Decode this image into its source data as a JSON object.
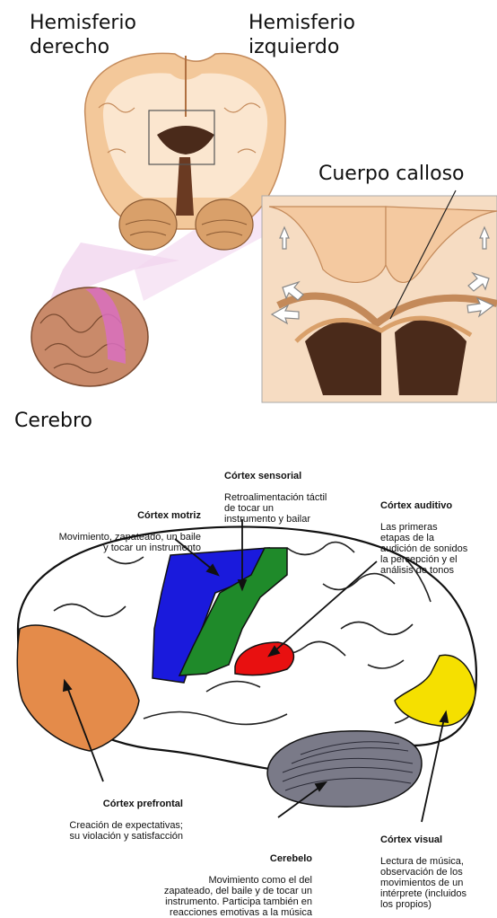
{
  "top_panel": {
    "hemisferio_derecho": "Hemisferio\nderecho",
    "hemisferio_izquierdo": "Hemisferio\nizquierdo",
    "cuerpo_calloso": "Cuerpo calloso",
    "cerebro": "Cerebro"
  },
  "bottom_panel": {
    "cortex_sensorial": {
      "title": "Córtex sensorial",
      "text": "Retroalimentación táctil\nde tocar un\ninstrumento y bailar"
    },
    "cortex_motriz": {
      "title": "Córtex motriz",
      "text": "Movimiento, zapateado, un baile\ny tocar un instrumento"
    },
    "cortex_auditivo": {
      "title": "Córtex auditivo",
      "text": "Las primeras\netapas de la\naudición de sonidos\nla percepción y el\nanálisis de tonos"
    },
    "cortex_prefrontal": {
      "title": "Córtex prefrontal",
      "text": "Creación de expectativas;\nsu violación y satisfacción"
    },
    "cerebelo": {
      "title": "Cerebelo",
      "text": "Movimiento como el del\nzapateado, del baile y de tocar un\ninstrumento. Participa también en\nreacciones emotivas a la música"
    },
    "cortex_visual": {
      "title": "Córtex visual",
      "text": "Lectura de música,\nobservación de los\nmovimientos de un\nintérprete (incluidos\nlos propios)"
    }
  },
  "colors": {
    "motor": "#1a1adc",
    "sensory": "#1f8a2a",
    "auditory": "#e81010",
    "prefrontal": "#e48b4a",
    "visual": "#f5e000",
    "cerebellum": "#7a7a88",
    "brain_tissue": "#f3c89a",
    "white_matter": "#fbe6cf",
    "callosum_box": "#f6dcc2",
    "pink_highlight": "#d96fc0"
  }
}
